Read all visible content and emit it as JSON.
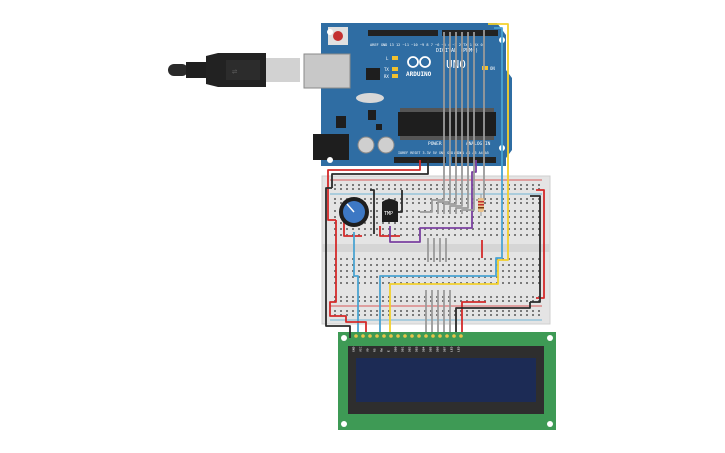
{
  "arduino": {
    "brand": "ARDUINO",
    "model": "UNO",
    "digital_label": "DIGITAL (PWM~)",
    "power_label": "POWER",
    "analog_label": "ANALOG IN",
    "led_l": "L",
    "led_tx": "TX",
    "led_rx": "RX",
    "led_on": "ON",
    "digital_pins": [
      "AREF",
      "GND",
      "13",
      "12",
      "~11",
      "~10",
      "~9",
      "8",
      "7",
      "~6",
      "~5",
      "4",
      "~3",
      "2",
      "TX 1",
      "RX 0"
    ],
    "power_pins": [
      "IOREF",
      "RESET",
      "3.3V",
      "5V",
      "GND",
      "GND",
      "VIN"
    ],
    "analog_pins": [
      "A0",
      "A1",
      "A2",
      "A3",
      "A4",
      "A5"
    ]
  },
  "sensor": {
    "label": "TMP"
  },
  "lcd": {
    "pins": [
      "GND",
      "VCC",
      "V0",
      "RS",
      "RW",
      "E",
      "DB0",
      "DB1",
      "DB2",
      "DB3",
      "DB4",
      "DB5",
      "DB6",
      "DB7",
      "LED",
      "LED"
    ]
  },
  "colors": {
    "board": "#2f6da3",
    "wire_red": "#d42a2a",
    "wire_black": "#2a2a2a",
    "wire_gray": "#9a9a9a",
    "wire_yellow": "#f2d02c",
    "wire_blue": "#4aa3d1",
    "wire_purple": "#7a3fa0",
    "lcd_pcb": "#3e9a55",
    "lcd_screen": "#1c2b55"
  }
}
